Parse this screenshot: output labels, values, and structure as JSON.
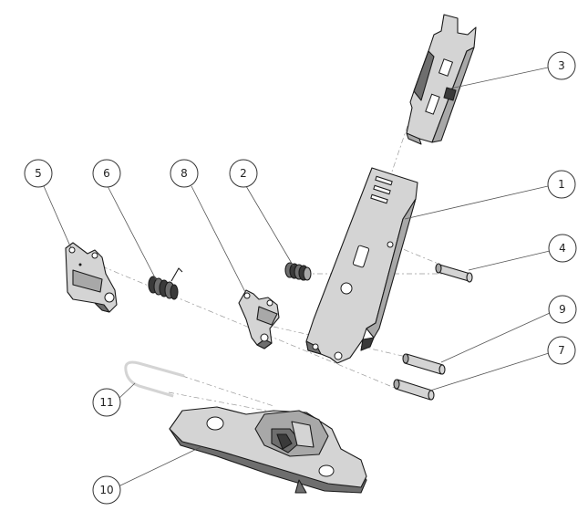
{
  "diagram": {
    "balloons": [
      {
        "id": "balloon-1",
        "label": "1"
      },
      {
        "id": "balloon-2",
        "label": "2"
      },
      {
        "id": "balloon-3",
        "label": "3"
      },
      {
        "id": "balloon-4",
        "label": "4"
      },
      {
        "id": "balloon-5",
        "label": "5"
      },
      {
        "id": "balloon-6",
        "label": "6"
      },
      {
        "id": "balloon-7",
        "label": "7"
      },
      {
        "id": "balloon-8",
        "label": "8"
      },
      {
        "id": "balloon-9",
        "label": "9"
      },
      {
        "id": "balloon-10",
        "label": "10"
      },
      {
        "id": "balloon-11",
        "label": "11"
      }
    ]
  }
}
